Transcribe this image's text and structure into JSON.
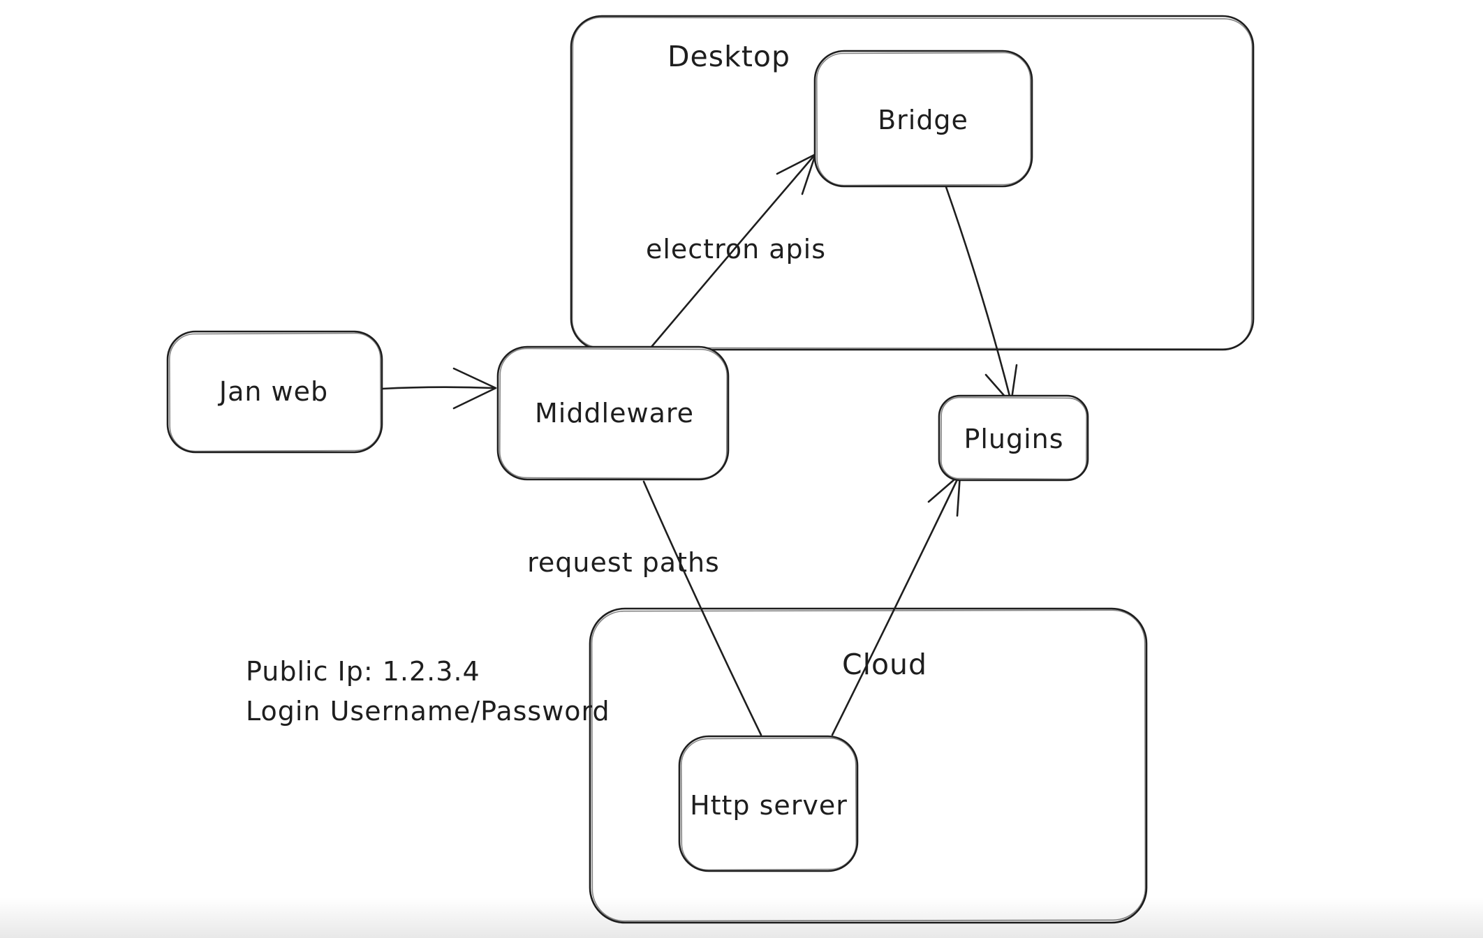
{
  "canvas": {
    "background": "#ffffff",
    "stroke_color": "#1e1e1e",
    "text_color": "#1e1e1e"
  },
  "containers": [
    {
      "id": "desktop",
      "label": "Desktop"
    },
    {
      "id": "cloud",
      "label": "Cloud"
    }
  ],
  "nodes": [
    {
      "id": "jan-web",
      "label": "Jan web"
    },
    {
      "id": "middleware",
      "label": "Middleware"
    },
    {
      "id": "bridge",
      "label": "Bridge"
    },
    {
      "id": "plugins",
      "label": "Plugins"
    },
    {
      "id": "http-server",
      "label": "Http server"
    }
  ],
  "edges": [
    {
      "id": "janweb-to-middleware",
      "label": ""
    },
    {
      "id": "middleware-to-bridge",
      "label": "electron apis"
    },
    {
      "id": "bridge-to-plugins",
      "label": ""
    },
    {
      "id": "middleware-to-httpserver",
      "label": "request paths"
    },
    {
      "id": "httpserver-to-plugins",
      "label": ""
    }
  ],
  "annotation": {
    "line1": "Public Ip: 1.2.3.4",
    "line2": "Login Username/Password"
  }
}
